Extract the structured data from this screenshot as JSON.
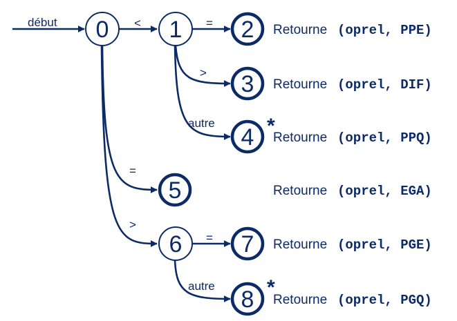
{
  "start_label": "début",
  "states": [
    {
      "id": "0",
      "final": false
    },
    {
      "id": "1",
      "final": false
    },
    {
      "id": "2",
      "final": true
    },
    {
      "id": "3",
      "final": true
    },
    {
      "id": "4",
      "final": true,
      "star": "*"
    },
    {
      "id": "5",
      "final": true
    },
    {
      "id": "6",
      "final": false
    },
    {
      "id": "7",
      "final": true
    },
    {
      "id": "8",
      "final": true,
      "star": "*"
    }
  ],
  "transitions": [
    {
      "from": "0",
      "to": "1",
      "label": "<"
    },
    {
      "from": "1",
      "to": "2",
      "label": "="
    },
    {
      "from": "1",
      "to": "3",
      "label": ">"
    },
    {
      "from": "1",
      "to": "4",
      "label": "autre"
    },
    {
      "from": "0",
      "to": "5",
      "label": "="
    },
    {
      "from": "0",
      "to": "6",
      "label": ">"
    },
    {
      "from": "6",
      "to": "7",
      "label": "="
    },
    {
      "from": "6",
      "to": "8",
      "label": "autre"
    }
  ],
  "actions": [
    {
      "state": "2",
      "word": "Retourne",
      "code": "(oprel, PPE)"
    },
    {
      "state": "3",
      "word": "Retourne",
      "code": "(oprel, DIF)"
    },
    {
      "state": "4",
      "word": "Retourne",
      "code": "(oprel, PPQ)"
    },
    {
      "state": "5",
      "word": "Retourne",
      "code": "(oprel, EGA)"
    },
    {
      "state": "7",
      "word": "Retourne",
      "code": "(oprel, PGE)"
    },
    {
      "state": "8",
      "word": "Retourne",
      "code": "(oprel, PGQ)"
    }
  ],
  "colors": {
    "ink": "#0b2a66",
    "background": "#ffffff"
  }
}
